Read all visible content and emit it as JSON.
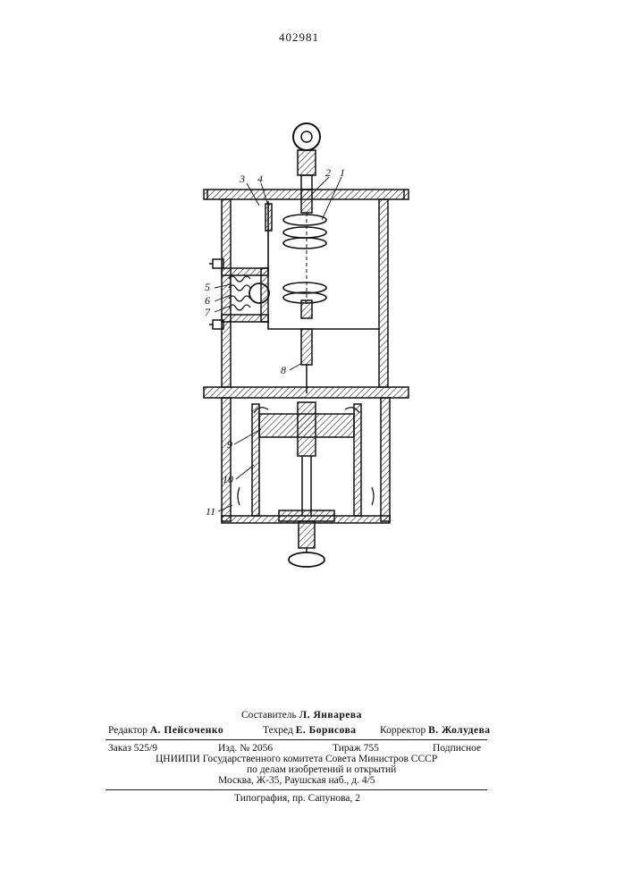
{
  "document": {
    "patent_number": "402981"
  },
  "figure": {
    "part_labels": [
      "1",
      "2",
      "3",
      "4",
      "5",
      "6",
      "7",
      "8",
      "9",
      "10",
      "11"
    ]
  },
  "imprint": {
    "compiler_label": "Составитель",
    "compiler_name": "Л. Январева",
    "editor_label": "Редактор",
    "editor_name": "А. Пейсоченко",
    "techred_label": "Техред",
    "techred_name": "Е. Борисова",
    "corrector_label": "Корректор",
    "corrector_name": "В. Жолудева",
    "order": "Заказ 525/9",
    "edition": "Изд. № 2056",
    "print_run": "Тираж 755",
    "subscription": "Подписное",
    "org_line": "ЦНИИПИ Государственного комитета Совета Министров СССР",
    "dept_line": "по делам изобретений и открытий",
    "address_line": "Москва, Ж-35, Раушская наб., д. 4/5",
    "printer_line": "Типография, пр. Сапунова, 2"
  }
}
